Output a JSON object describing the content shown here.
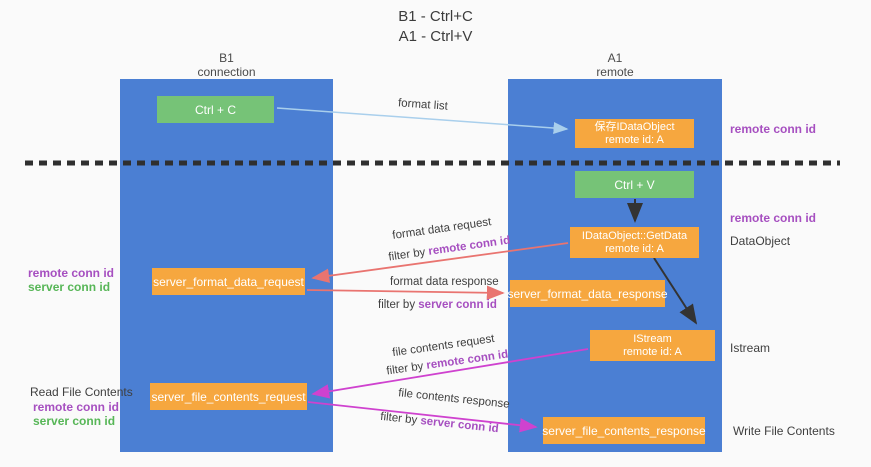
{
  "title": {
    "line1": "B1 - Ctrl+C",
    "line2": "A1 - Ctrl+V"
  },
  "lanes": {
    "left": {
      "name": "B1",
      "subtitle": "connection"
    },
    "right": {
      "name": "A1",
      "subtitle": "remote"
    }
  },
  "nodes": {
    "ctrl_c": {
      "label": "Ctrl + C"
    },
    "ctrl_v": {
      "label": "Ctrl + V"
    },
    "save_dataobject": {
      "line1": "保存IDataObject",
      "line2": "remote id: A"
    },
    "getdata": {
      "line1": "IDataObject::GetData",
      "line2": "remote id: A"
    },
    "istream": {
      "line1": "IStream",
      "line2": "remote id: A"
    },
    "format_request": {
      "label": "server_format_data_request"
    },
    "format_response": {
      "label": "server_format_data_response"
    },
    "file_request": {
      "label": "server_file_contents_request"
    },
    "file_response": {
      "label": "server_file_contents_response"
    }
  },
  "annotations": {
    "right_top_conn": "remote conn id",
    "right_mid_conn": "remote conn id",
    "dataobject": "DataObject",
    "istream": "Istream",
    "write_file": "Write File Contents",
    "read_file": "Read File Contents",
    "left_format": {
      "remote": "remote conn id",
      "server": "server conn id"
    },
    "left_file": {
      "remote": "remote conn id",
      "server": "server conn id"
    }
  },
  "flows": {
    "format_list": "format list",
    "format_data_request": "format data request",
    "format_data_response": "format data response",
    "file_contents_request": "file contents request",
    "file_contents_response": "file contents response",
    "filter_by": "filter by",
    "remote_conn_id": "remote conn id",
    "server_conn_id": "server conn id"
  },
  "colors": {
    "lane_blue": "#4b7fd3",
    "node_green": "#76c377",
    "node_orange": "#f6a73f",
    "purple_text": "#a64fc0",
    "green_text": "#57b657",
    "arrow_light_blue": "#a9cfec",
    "arrow_salmon": "#e97470",
    "arrow_magenta": "#cf42cf",
    "arrow_black": "#333333",
    "dashed_line": "#2f2f2f"
  }
}
